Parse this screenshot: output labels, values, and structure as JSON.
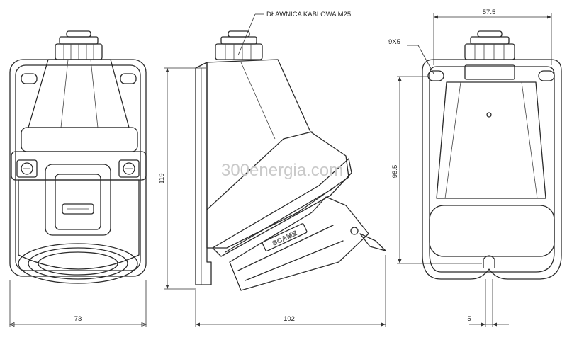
{
  "dimensions": {
    "front_width": "73",
    "front_height": "119",
    "side_depth": "102",
    "back_width": "57.5",
    "back_height": "98.5",
    "back_slot": "9X5",
    "back_offset": "5"
  },
  "callouts": {
    "gland": "DŁAWNICA KABLOWA M25"
  },
  "brand_label": "SCAME",
  "watermark": "300energia.com",
  "colors": {
    "line": "#2b2b2b",
    "watermark": "#c9c9c9"
  }
}
